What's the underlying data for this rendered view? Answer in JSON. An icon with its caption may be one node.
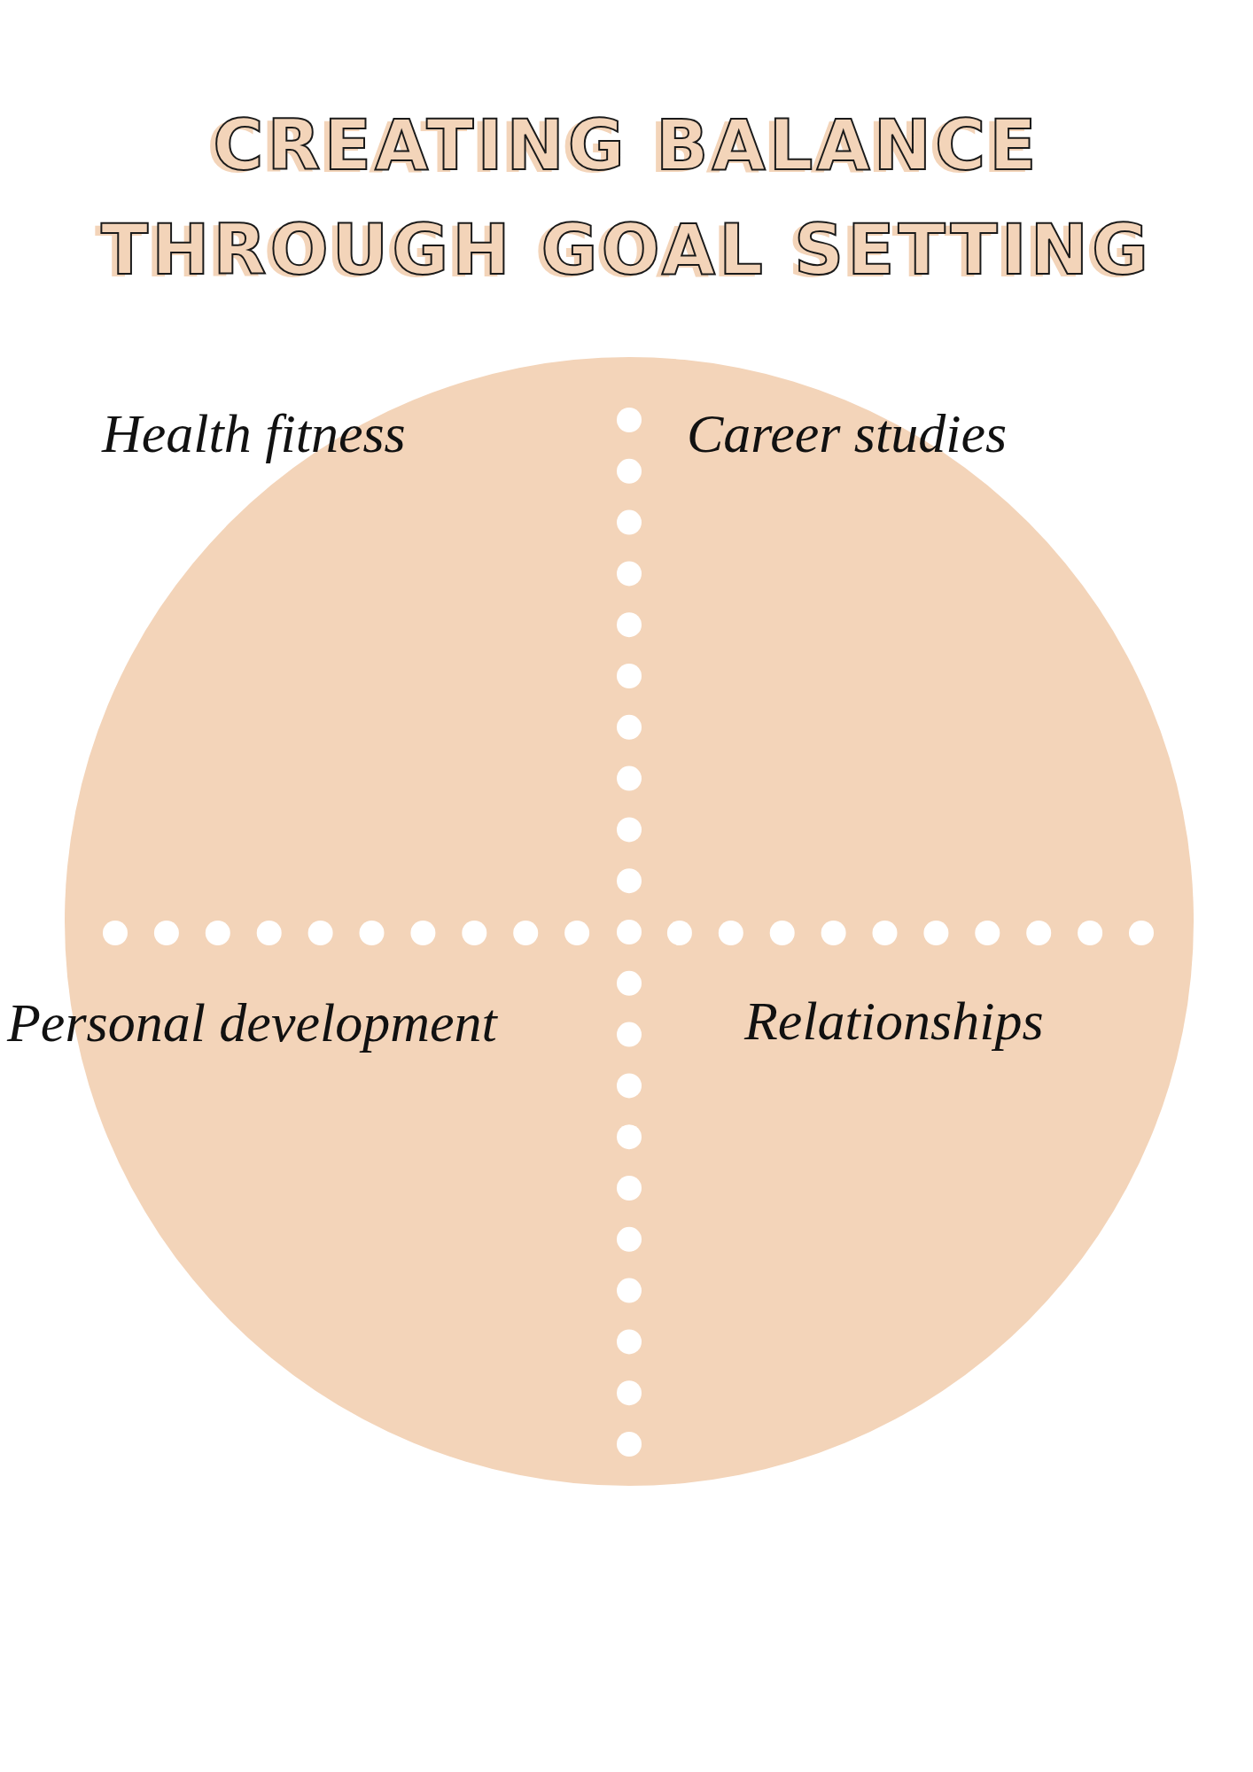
{
  "diagram": {
    "title": "CREATING BALANCE THROUGH GOAL SETTING",
    "labels": [
      "Health fitness",
      "Career studies",
      "Personal development",
      "Relationships"
    ]
  }
}
